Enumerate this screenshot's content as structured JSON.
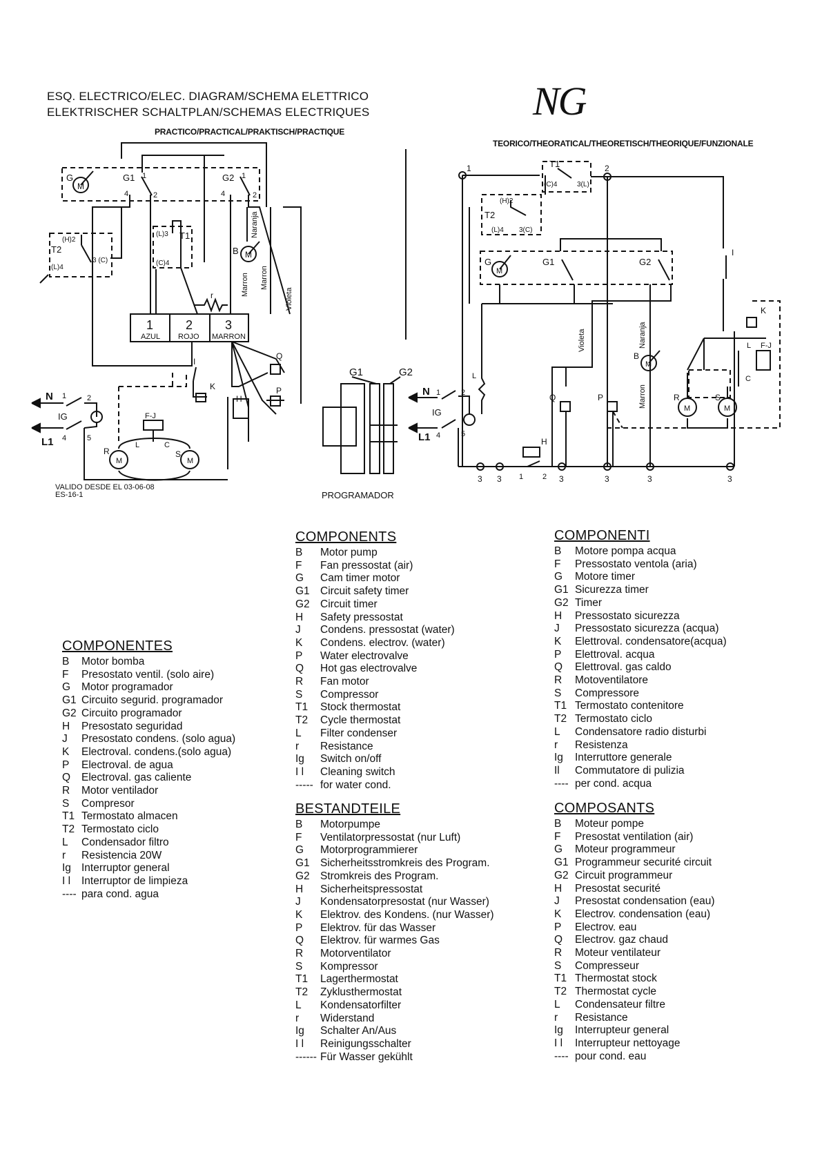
{
  "header": {
    "line1": "ESQ. ELECTRICO/ELEC. DIAGRAM/SCHEMA ELETTRICO",
    "line2": "ELEKTRISCHER SCHALTPLAN/SCHEMAS ELECTRIQUES",
    "logo": "NG",
    "practical": "PRACTICO/PRACTICAL/PRAKTISCH/PRACTIQUE",
    "theoretical": "TEORICO/THEORATICAL/THEORETISCH/THEORIQUE/FUNZIONALE",
    "valid_from": "VALIDO DESDE EL 03-06-08",
    "doc_code": "ES-16-1",
    "programmer": "PROGRAMADOR"
  },
  "diagram": {
    "terminal_1": "1",
    "terminal_2": "2",
    "terminal_3": "3",
    "azul": "AZUL",
    "rojo": "ROJO",
    "marron": "MARRON",
    "naranja": "Naranja",
    "marron_wire": "Marron",
    "violeta": "Violeta",
    "M": "M",
    "G": "G",
    "G1": "G1",
    "G2": "G2",
    "T1": "T1",
    "T2": "T2",
    "B": "B",
    "R": "R",
    "S": "S",
    "Q": "Q",
    "P": "P",
    "K": "K",
    "H": "H",
    "FJ": "F-J",
    "N": "N",
    "L1": "L1",
    "Ig": "IG",
    "I1": "I",
    "r": "r",
    "L": "L",
    "C": "C",
    "H2": "(H)2",
    "L4": "(L)4",
    "C3": "3 (C)",
    "C3b": "3(C)",
    "L3": "(L)3",
    "C4": "(C)4",
    "L3b": "3(L)",
    "n1": "1",
    "n2": "2",
    "n3": "3",
    "n4": "4",
    "n5": "5"
  },
  "components_es": {
    "title": "COMPONENTES",
    "items": [
      {
        "k": "B",
        "v": "Motor bomba"
      },
      {
        "k": "F",
        "v": "Presostato ventil. (solo aire)"
      },
      {
        "k": "G",
        "v": "Motor programador"
      },
      {
        "k": "G1",
        "v": "Circuito segurid. programador"
      },
      {
        "k": "G2",
        "v": "Circuito programador"
      },
      {
        "k": "H",
        "v": "Presostato seguridad"
      },
      {
        "k": "J",
        "v": "Presostato condens. (solo agua)"
      },
      {
        "k": "K",
        "v": "Electroval. condens.(solo agua)"
      },
      {
        "k": "P",
        "v": "Electroval. de agua"
      },
      {
        "k": "Q",
        "v": "Electroval. gas caliente"
      },
      {
        "k": "R",
        "v": "Motor ventilador"
      },
      {
        "k": "S",
        "v": "Compresor"
      },
      {
        "k": "T1",
        "v": "Termostato almacen"
      },
      {
        "k": "T2",
        "v": "Termostato ciclo"
      },
      {
        "k": "L",
        "v": "Condensador filtro"
      },
      {
        "k": "r",
        "v": "Resistencia 20W"
      },
      {
        "k": "Ig",
        "v": "Interruptor general"
      },
      {
        "k": "I l",
        "v": "Interruptor de limpieza"
      },
      {
        "k": "----",
        "v": "para cond. agua"
      }
    ]
  },
  "components_en": {
    "title": "COMPONENTS",
    "items": [
      {
        "k": "B",
        "v": "Motor  pump"
      },
      {
        "k": "F",
        "v": "Fan pressostat (air)"
      },
      {
        "k": "G",
        "v": "Cam timer motor"
      },
      {
        "k": "G1",
        "v": "Circuit safety timer"
      },
      {
        "k": "G2",
        "v": "Circuit timer"
      },
      {
        "k": "H",
        "v": "Safety pressostat"
      },
      {
        "k": "J",
        "v": "Condens. pressostat (water)"
      },
      {
        "k": "K",
        "v": "Condens. electrov. (water)"
      },
      {
        "k": "P",
        "v": "Water electrovalve"
      },
      {
        "k": "Q",
        "v": "Hot gas electrovalve"
      },
      {
        "k": "R",
        "v": "Fan motor"
      },
      {
        "k": "S",
        "v": "Compressor"
      },
      {
        "k": "T1",
        "v": "Stock thermostat"
      },
      {
        "k": "T2",
        "v": "Cycle thermostat"
      },
      {
        "k": "L",
        "v": "Filter condenser"
      },
      {
        "k": "r",
        "v": "Resistance"
      },
      {
        "k": "Ig",
        "v": "Switch on/off"
      },
      {
        "k": "I l",
        "v": "Cleaning switch"
      },
      {
        "k": "-----",
        "v": "for water cond."
      }
    ]
  },
  "components_de": {
    "title": "BESTANDTEILE",
    "items": [
      {
        "k": "B",
        "v": "Motorpumpe"
      },
      {
        "k": "F",
        "v": "Ventilatorpressostat (nur Luft)"
      },
      {
        "k": "G",
        "v": "Motorprogrammierer"
      },
      {
        "k": "G1",
        "v": "Sicherheitsstromkreis des Program."
      },
      {
        "k": "G2",
        "v": "Stromkreis des Program."
      },
      {
        "k": "H",
        "v": "Sicherheitspressostat"
      },
      {
        "k": "J",
        "v": "Kondensatorpresostat (nur Wasser)"
      },
      {
        "k": "K",
        "v": "Elektrov. des Kondens. (nur Wasser)"
      },
      {
        "k": "P",
        "v": "Elektrov. für das Wasser"
      },
      {
        "k": "Q",
        "v": "Elektrov. für warmes Gas"
      },
      {
        "k": "R",
        "v": "Motorventilator"
      },
      {
        "k": "S",
        "v": "Kompressor"
      },
      {
        "k": "T1",
        "v": "Lagerthermostat"
      },
      {
        "k": "T2",
        "v": "Zyklusthermostat"
      },
      {
        "k": "L",
        "v": "Kondensatorfilter"
      },
      {
        "k": "r",
        "v": "Widerstand"
      },
      {
        "k": "Ig",
        "v": "Schalter An/Aus"
      },
      {
        "k": "I l",
        "v": "Reinigungsschalter"
      },
      {
        "k": "------",
        "v": "Für Wasser gekühlt"
      }
    ]
  },
  "components_it": {
    "title": "COMPONENTI",
    "items": [
      {
        "k": "B",
        "v": "Motore pompa acqua"
      },
      {
        "k": "F",
        "v": "Pressostato ventola (aria)"
      },
      {
        "k": "G",
        "v": "Motore timer"
      },
      {
        "k": "G1",
        "v": "Sicurezza timer"
      },
      {
        "k": "G2",
        "v": "Timer"
      },
      {
        "k": "H",
        "v": "Pressostato sicurezza"
      },
      {
        "k": "J",
        "v": "Pressostato sicurezza (acqua)"
      },
      {
        "k": "K",
        "v": "Elettroval. condensatore(acqua)"
      },
      {
        "k": "P",
        "v": "Elettroval. acqua"
      },
      {
        "k": "Q",
        "v": "Elettroval. gas caldo"
      },
      {
        "k": "R",
        "v": "Motoventilatore"
      },
      {
        "k": "S",
        "v": "Compressore"
      },
      {
        "k": "T1",
        "v": "Termostato contenitore"
      },
      {
        "k": "T2",
        "v": "Termostato ciclo"
      },
      {
        "k": "L",
        "v": "Condensatore radio disturbi"
      },
      {
        "k": "r",
        "v": "Resistenza"
      },
      {
        "k": "Ig",
        "v": "Interruttore generale"
      },
      {
        "k": "Il",
        "v": "Commutatore di pulizia"
      },
      {
        "k": "----",
        "v": "per cond. acqua"
      }
    ]
  },
  "components_fr": {
    "title": "COMPOSANTS",
    "items": [
      {
        "k": "B",
        "v": "Moteur pompe"
      },
      {
        "k": "F",
        "v": "Presostat ventilation (air)"
      },
      {
        "k": "G",
        "v": "Moteur programmeur"
      },
      {
        "k": "G1",
        "v": "Programmeur securité circuit"
      },
      {
        "k": "G2",
        "v": "Circuit programmeur"
      },
      {
        "k": "H",
        "v": "Presostat securité"
      },
      {
        "k": "J",
        "v": "Presostat condensation (eau)"
      },
      {
        "k": "K",
        "v": "Electrov. condensation (eau)"
      },
      {
        "k": "P",
        "v": "Electrov. eau"
      },
      {
        "k": "Q",
        "v": "Electrov. gaz chaud"
      },
      {
        "k": "R",
        "v": "Moteur ventilateur"
      },
      {
        "k": "S",
        "v": "Compresseur"
      },
      {
        "k": "T1",
        "v": "Thermostat stock"
      },
      {
        "k": "T2",
        "v": "Thermostat cycle"
      },
      {
        "k": "L",
        "v": "Condensateur filtre"
      },
      {
        "k": "r",
        "v": "Resistance"
      },
      {
        "k": "Ig",
        "v": "Interrupteur general"
      },
      {
        "k": "I l",
        "v": "Interrupteur nettoyage"
      },
      {
        "k": "----",
        "v": "pour cond. eau"
      }
    ]
  }
}
